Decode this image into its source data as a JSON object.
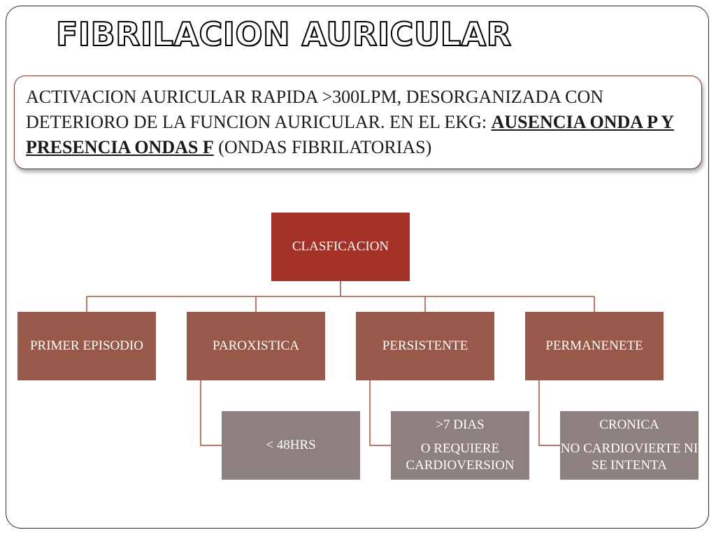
{
  "slide": {
    "title": "FIBRILACION AURICULAR",
    "definition": {
      "part1": "ACTIVACION AURICULAR RAPIDA >300LPM, DESORGANIZADA CON DETERIORO DE LA FUNCION AURICULAR. EN EL EKG: ",
      "emphasis": "AUSENCIA ONDA P Y PRESENCIA ONDAS F",
      "part2": " (ONDAS FIBRILATORIAS)"
    }
  },
  "diagram": {
    "root": "CLASFICACION",
    "categories": [
      "PRIMER EPISODIO",
      "PAROXISTICA",
      "PERSISTENTE",
      "PERMANENETE"
    ],
    "details": {
      "paroxistica": [
        "< 48HRS"
      ],
      "persistente": [
        ">7 DIAS",
        "O REQUIERE CARDIOVERSION"
      ],
      "permanente": [
        "CRONICA",
        "NO CARDIOVIERTE NI SE INTENTA"
      ]
    }
  },
  "colors": {
    "root": "#a33127",
    "category": "#98594a",
    "detail": "#8f8080",
    "connector": "#a0503f"
  }
}
